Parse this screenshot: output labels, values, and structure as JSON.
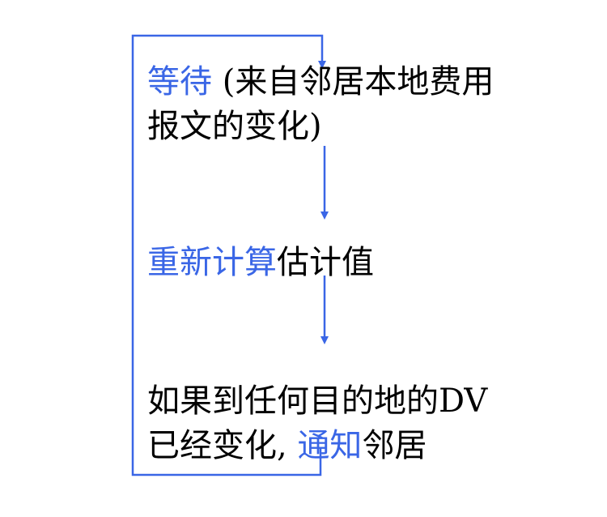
{
  "colors": {
    "accent": "#3a66e6",
    "text": "#000000"
  },
  "steps": [
    {
      "line1_kw": "等待",
      "line1_rest": " (来自邻居本地费用",
      "line2": "报文的变化)"
    },
    {
      "kw": "重新计算",
      "rest": "估计值"
    },
    {
      "line1": "如果到任何目的地的DV",
      "line2_pre": "已经变化, ",
      "line2_kw": "通知",
      "line2_post": "邻居"
    }
  ]
}
